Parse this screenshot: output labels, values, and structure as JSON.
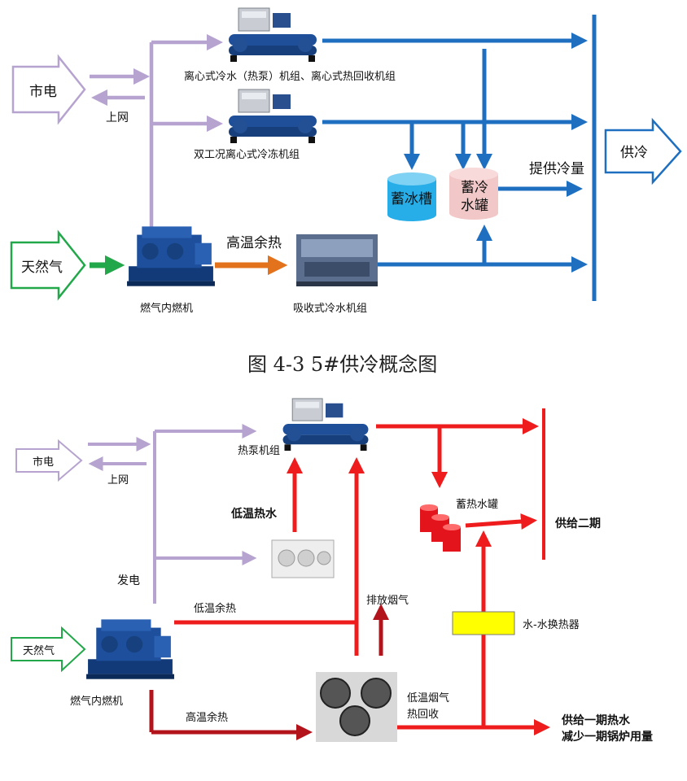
{
  "diagram1": {
    "grid": "市电",
    "upload": "上网",
    "gas": "天然气",
    "supply_cooling": "供冷",
    "centrifugal_units": "离心式冷水（热泵）机组、离心式热回收机组",
    "dual_mode_units": "双工况离心式冷冻机组",
    "ice_tank": "蓄冰槽",
    "cold_tank": "蓄冷水罐",
    "provide_cooling": "提供冷量",
    "high_temp_heat": "高温余热",
    "engine": "燃气内燃机",
    "absorption": "吸收式冷水机组"
  },
  "caption": "图 4-3 5#供冷概念图",
  "diagram2": {
    "grid": "市电",
    "upload": "上网",
    "gas": "天然气",
    "heat_pump": "热泵机组",
    "low_temp_water": "低温热水",
    "power_gen": "发电",
    "low_temp_heat": "低温余热",
    "exhaust": "排放烟气",
    "heat_tank": "蓄热水罐",
    "supply_phase2": "供给二期",
    "exchanger": "水-水换热器",
    "engine": "燃气内燃机",
    "high_temp_heat": "高温余热",
    "flue_recovery_1": "低温烟气",
    "flue_recovery_2": "热回收",
    "supply_phase1_1": "供给一期热水",
    "supply_phase1_2": "减少一期锅炉用量"
  },
  "colors": {
    "purple": "#b6a3cf",
    "blue": "#1f6fc1",
    "green": "#22a84a",
    "orange": "#e2731c",
    "red": "#ee1c1c",
    "darkred": "#b3141c"
  }
}
